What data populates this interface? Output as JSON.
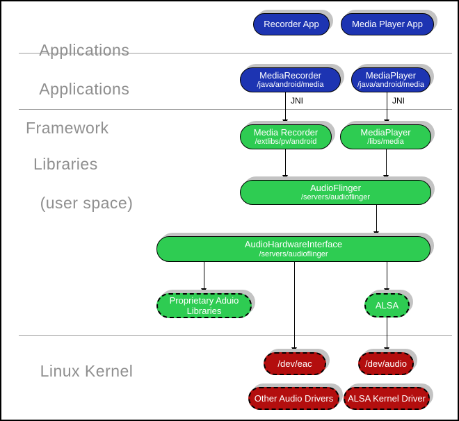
{
  "sections": {
    "applications": {
      "line1": "Applications"
    },
    "framework": {
      "line1": "Applications",
      "line2": "Framework"
    },
    "libraries": {
      "line1": "Libraries",
      "line2": "(user space)"
    },
    "kernel": {
      "line1": "Linux Kernel"
    }
  },
  "nodes": {
    "recorder_app": {
      "title": "Recorder App"
    },
    "media_player_app": {
      "title": "Media Player App"
    },
    "media_recorder_fw": {
      "title": "MediaRecorder",
      "subtitle": "/java/android/media"
    },
    "media_player_fw": {
      "title": "MediaPlayer",
      "subtitle": "/java/android/media"
    },
    "media_recorder_lib": {
      "title": "Media Recorder",
      "subtitle": "/extlibs/pv/android"
    },
    "media_player_lib": {
      "title": "MediaPlayer",
      "subtitle": "/libs/media"
    },
    "audioflinger": {
      "title": "AudioFlinger",
      "subtitle": "/servers/audioflinger"
    },
    "audio_hw_interface": {
      "title": "AudioHardwareInterface",
      "subtitle": "/servers/audioflinger"
    },
    "proprietary_audio": {
      "title": "Proprietary Aduio",
      "subtitle": "Libraries"
    },
    "alsa": {
      "title": "ALSA"
    },
    "dev_eac": {
      "title": "/dev/eac"
    },
    "dev_audio": {
      "title": "/dev/audio"
    },
    "other_audio_drivers": {
      "title": "Other Audio Drivers"
    },
    "alsa_kernel_driver": {
      "title": "ALSA Kernel Driver"
    }
  },
  "annotations": {
    "jni": "JNI"
  },
  "colors": {
    "app_blue": "#1d34b2",
    "lib_green": "#2ecc52",
    "kernel_red": "#b30e0e",
    "shadow_gray": "#c3c3c3",
    "label_gray": "#8f8f8f",
    "divider_gray": "#9c9c9c"
  }
}
